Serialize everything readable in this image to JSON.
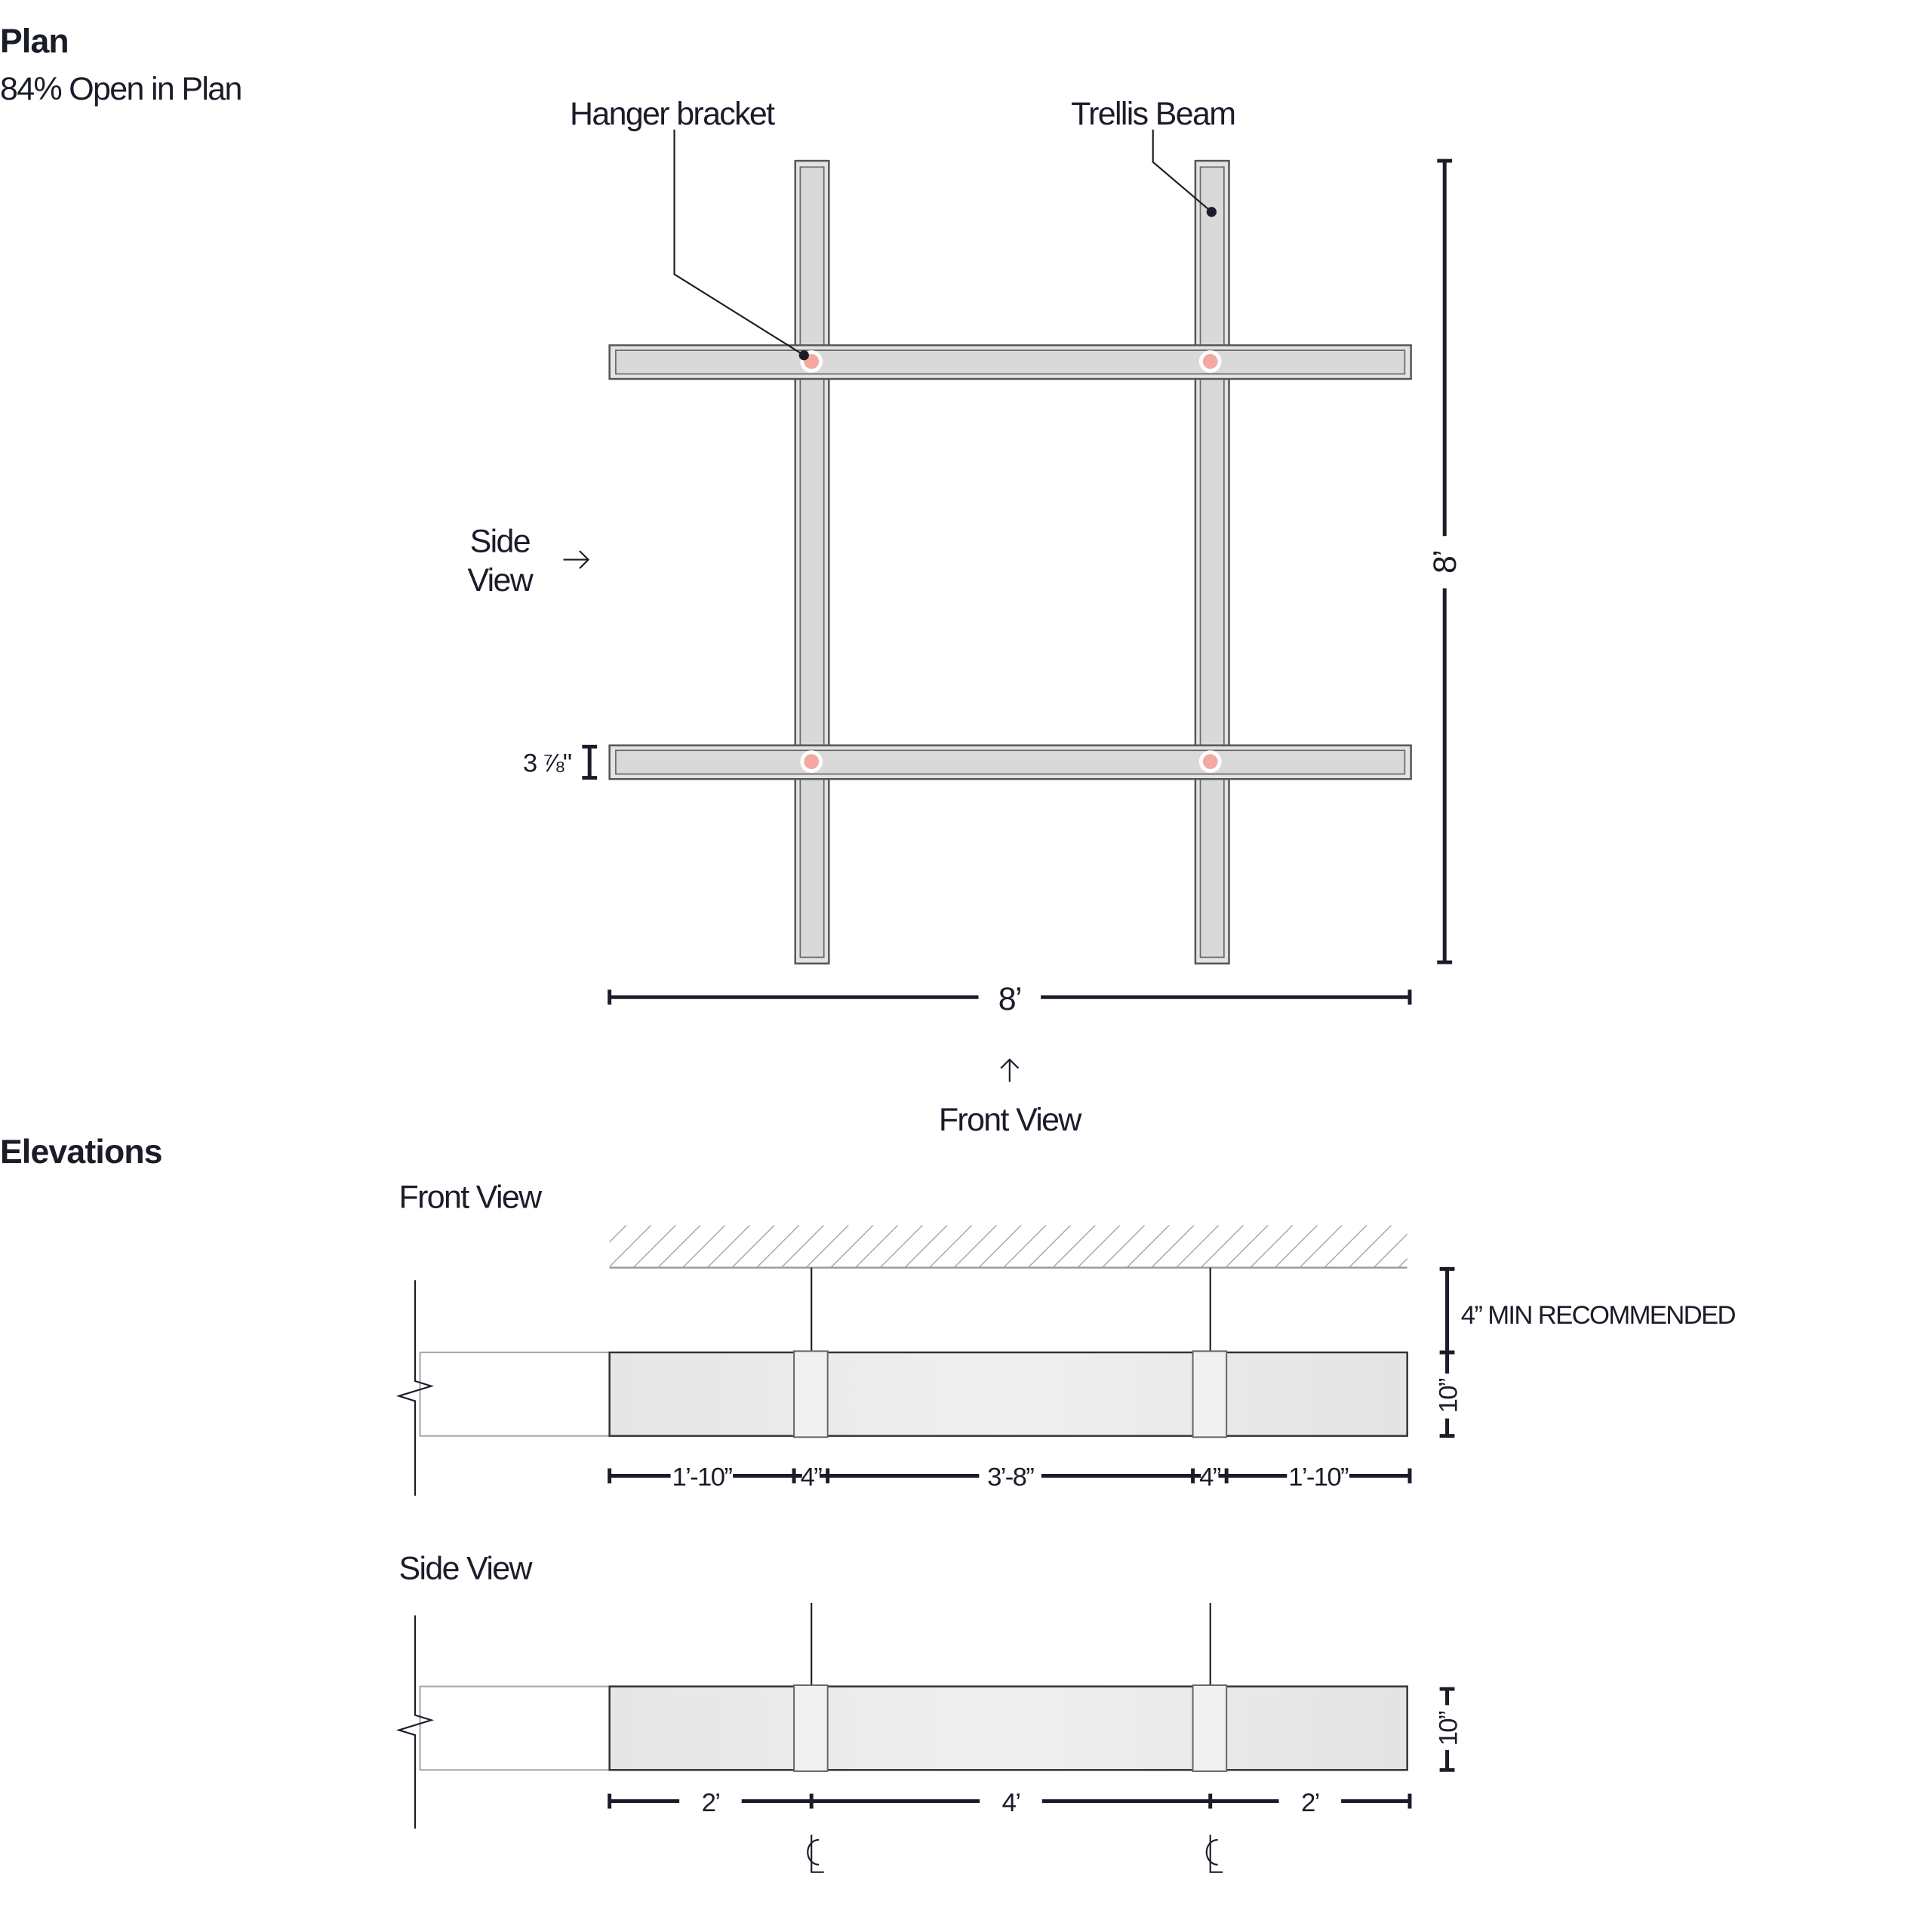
{
  "plan": {
    "heading": "Plan",
    "subheading": "84% Open in Plan",
    "callouts": {
      "hanger_bracket": "Hanger bracket",
      "trellis_beam": "Trellis Beam"
    },
    "side_view_line1": "Side",
    "side_view_line2": "View",
    "front_view": "Front View",
    "beam_width": "3 ⅞\"",
    "width_dim": "8’",
    "length_dim": "8’",
    "bracket_color": "#f4a9a0"
  },
  "elevations": {
    "heading": "Elevations",
    "front": {
      "label": "Front View",
      "clearance": "4” MIN RECOMMENDED",
      "height": "10”",
      "dims": [
        "1’-10”",
        "4”",
        "3’-8”",
        "4”",
        "1’-10”"
      ]
    },
    "side": {
      "label": "Side View",
      "height": "10”",
      "dims": [
        "2’",
        "4’",
        "2’"
      ],
      "centerline": "CL"
    }
  }
}
